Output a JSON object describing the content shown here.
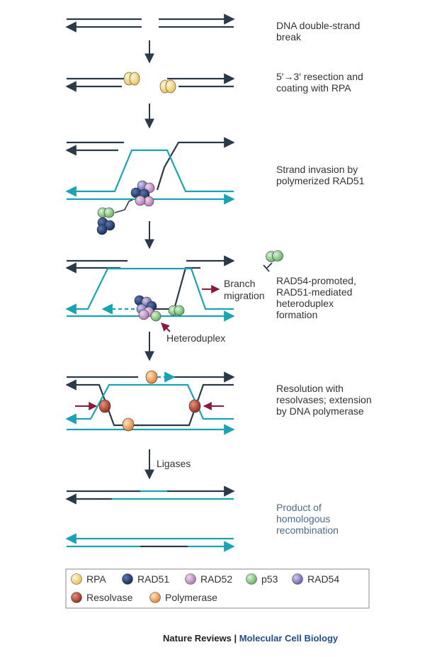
{
  "steps": [
    "DNA double-strand break",
    "5′→3′ resection and coating with RPA",
    "Strand invasion by polymerized RAD51",
    "RAD54-promoted, RAD51-mediated heteroduplex formation",
    "Resolution with resolvases; extension by DNA polymerase",
    "Product of homologous recombination"
  ],
  "annotations": {
    "branch_migration": [
      "Branch",
      "migration"
    ],
    "heteroduplex": "Heteroduplex",
    "ligases": "Ligases"
  },
  "legend": [
    {
      "label": "RPA",
      "color": "#f3d27a"
    },
    {
      "label": "RAD51",
      "color": "#1f3f7a"
    },
    {
      "label": "RAD52",
      "color": "#c99acc"
    },
    {
      "label": "p53",
      "color": "#8fcf8c"
    },
    {
      "label": "RAD54",
      "color": "#8a86c6"
    },
    {
      "label": "Resolvase",
      "color": "#b8402e"
    },
    {
      "label": "Polymerase",
      "color": "#e9964a"
    }
  ],
  "colors": {
    "dark_strand": "#2b3a4a",
    "teal_strand": "#1aa3b5",
    "pointer": "#8b1a3a"
  },
  "credit": {
    "publisher": "Nature Reviews",
    "separator": "|",
    "journal": "Molecular Cell Biology"
  }
}
